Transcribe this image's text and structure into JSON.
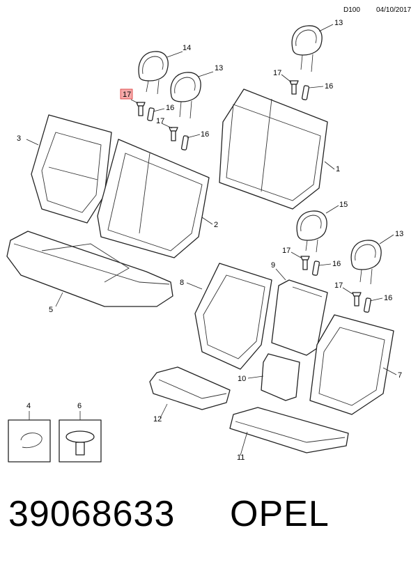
{
  "header": {
    "code": "D100",
    "date": "04/10/2017"
  },
  "footer": {
    "part_number": "39068633",
    "brand": "OPEL"
  },
  "callouts": [
    "14",
    "13",
    "17",
    "16",
    "17",
    "16",
    "3",
    "2",
    "5",
    "13",
    "17",
    "16",
    "1",
    "15",
    "17",
    "16",
    "13",
    "9",
    "8",
    "17",
    "16",
    "7",
    "10",
    "12",
    "11",
    "4",
    "6"
  ],
  "highlight_color": "#f4a9a9",
  "highlight_border": "#d33"
}
